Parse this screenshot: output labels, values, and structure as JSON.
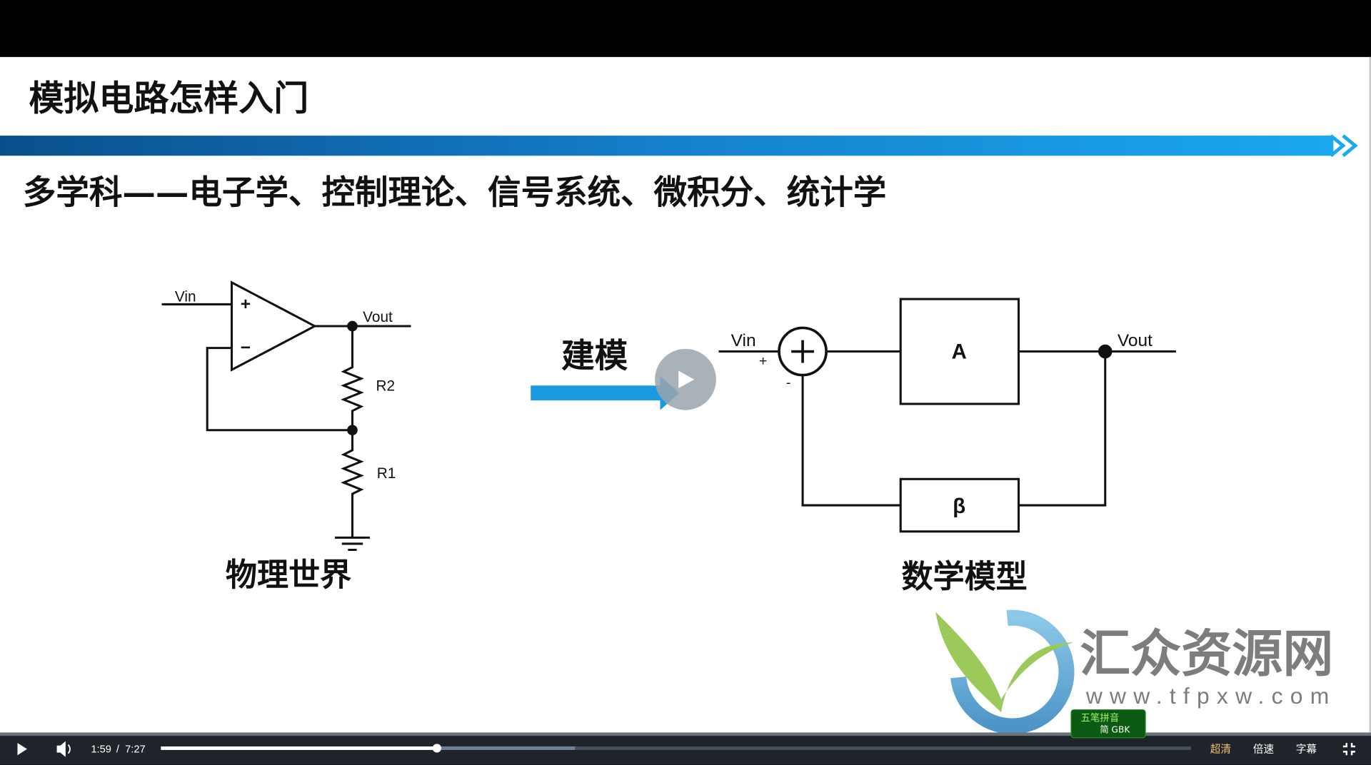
{
  "slide": {
    "title": "模拟电路怎样入门",
    "subtitle": "多学科——电子学、控制理论、信号系统、微积分、统计学",
    "physical": {
      "vin": "Vin",
      "vout": "Vout",
      "plus": "+",
      "minus": "−",
      "r2": "R2",
      "r1": "R1",
      "caption": "物理世界"
    },
    "modeling_label": "建模",
    "math": {
      "vin": "Vin",
      "vout": "Vout",
      "plus": "+",
      "minus": "-",
      "block_a": "A",
      "block_beta": "β",
      "caption": "数学模型"
    },
    "accent_color": "#1a9ae0"
  },
  "watermark": {
    "name": "汇众资源网",
    "url": "www.tfpxw.com"
  },
  "ime_toolbar": {
    "mode": "五笔拼音",
    "charset": "简 GBK"
  },
  "player": {
    "current_time": "1:59",
    "separator": "/",
    "duration": "7:27",
    "progress_fraction": 0.268,
    "buffered_fraction": 0.402,
    "quality_label": "超清",
    "speed_label": "倍速",
    "subtitle_label": "字幕",
    "quality_color": "#f0c070"
  }
}
